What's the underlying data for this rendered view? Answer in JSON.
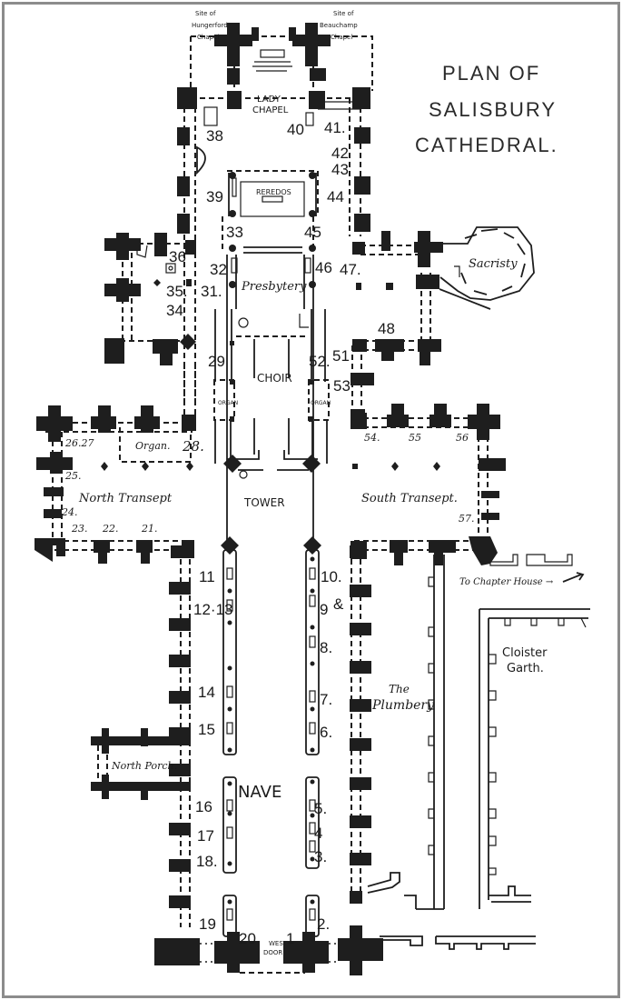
{
  "title": {
    "line1": "PLAN OF",
    "line2": "SALISBURY",
    "line3": "CATHEDRAL."
  },
  "areas": {
    "hungerford": [
      "Site of",
      "Hungerford",
      "Chapel"
    ],
    "beauchamp": [
      "Site of",
      "Beauchamp",
      "Chapel"
    ],
    "lady_chapel": [
      "LADY",
      "CHAPEL"
    ],
    "reredos": "REREDOS",
    "presbytery": "Presbytery",
    "sacristy": "Sacristy",
    "choir": "CHOIR",
    "organ_left": "ORGAN",
    "organ_right": "ORGAN",
    "organ_transept": "Organ.",
    "tower": "TOWER",
    "north_transept": "North Transept",
    "south_transept": "South Transept.",
    "chapter_house": "To Chapter House →",
    "cloister_garth": [
      "Cloister",
      "Garth."
    ],
    "plumbery": [
      "The",
      "Plumbery"
    ],
    "north_porch": "North Porch.",
    "nave": "NAVE",
    "west_door": [
      "WEST",
      "DOOR"
    ]
  },
  "numbers": {
    "n1": "1",
    "n2": "2.",
    "n3": "3.",
    "n4": "4",
    "n5": "5.",
    "n6": "6.",
    "n7": "7.",
    "n8": "8.",
    "n9": "9",
    "n9b": "&",
    "n10": "10.",
    "n11": "11",
    "n1213": "12·13",
    "n14": "14",
    "n15": "15",
    "n16": "16",
    "n17": "17",
    "n18": "18.",
    "n19": "19",
    "n20": "20",
    "n21": "21.",
    "n22": "22.",
    "n23": "23.",
    "n24": "24.",
    "n25": "25.",
    "n2627": "26.27",
    "n28": "28.",
    "n29": "29",
    "n31": "31.",
    "n32": "32",
    "n33": "33",
    "n34": "34",
    "n35": "35.",
    "n36": "36",
    "n38": "38",
    "n39": "39",
    "n40": "40",
    "n41": "41.",
    "n42": "42",
    "n43": "43",
    "n44": "44",
    "n45": "45",
    "n46": "46",
    "n47": "47.",
    "n48": "48",
    "n51": "51",
    "n52": "52.",
    "n53": "53",
    "n54": "54.",
    "n55": "55",
    "n56": "56",
    "n57": "57."
  }
}
